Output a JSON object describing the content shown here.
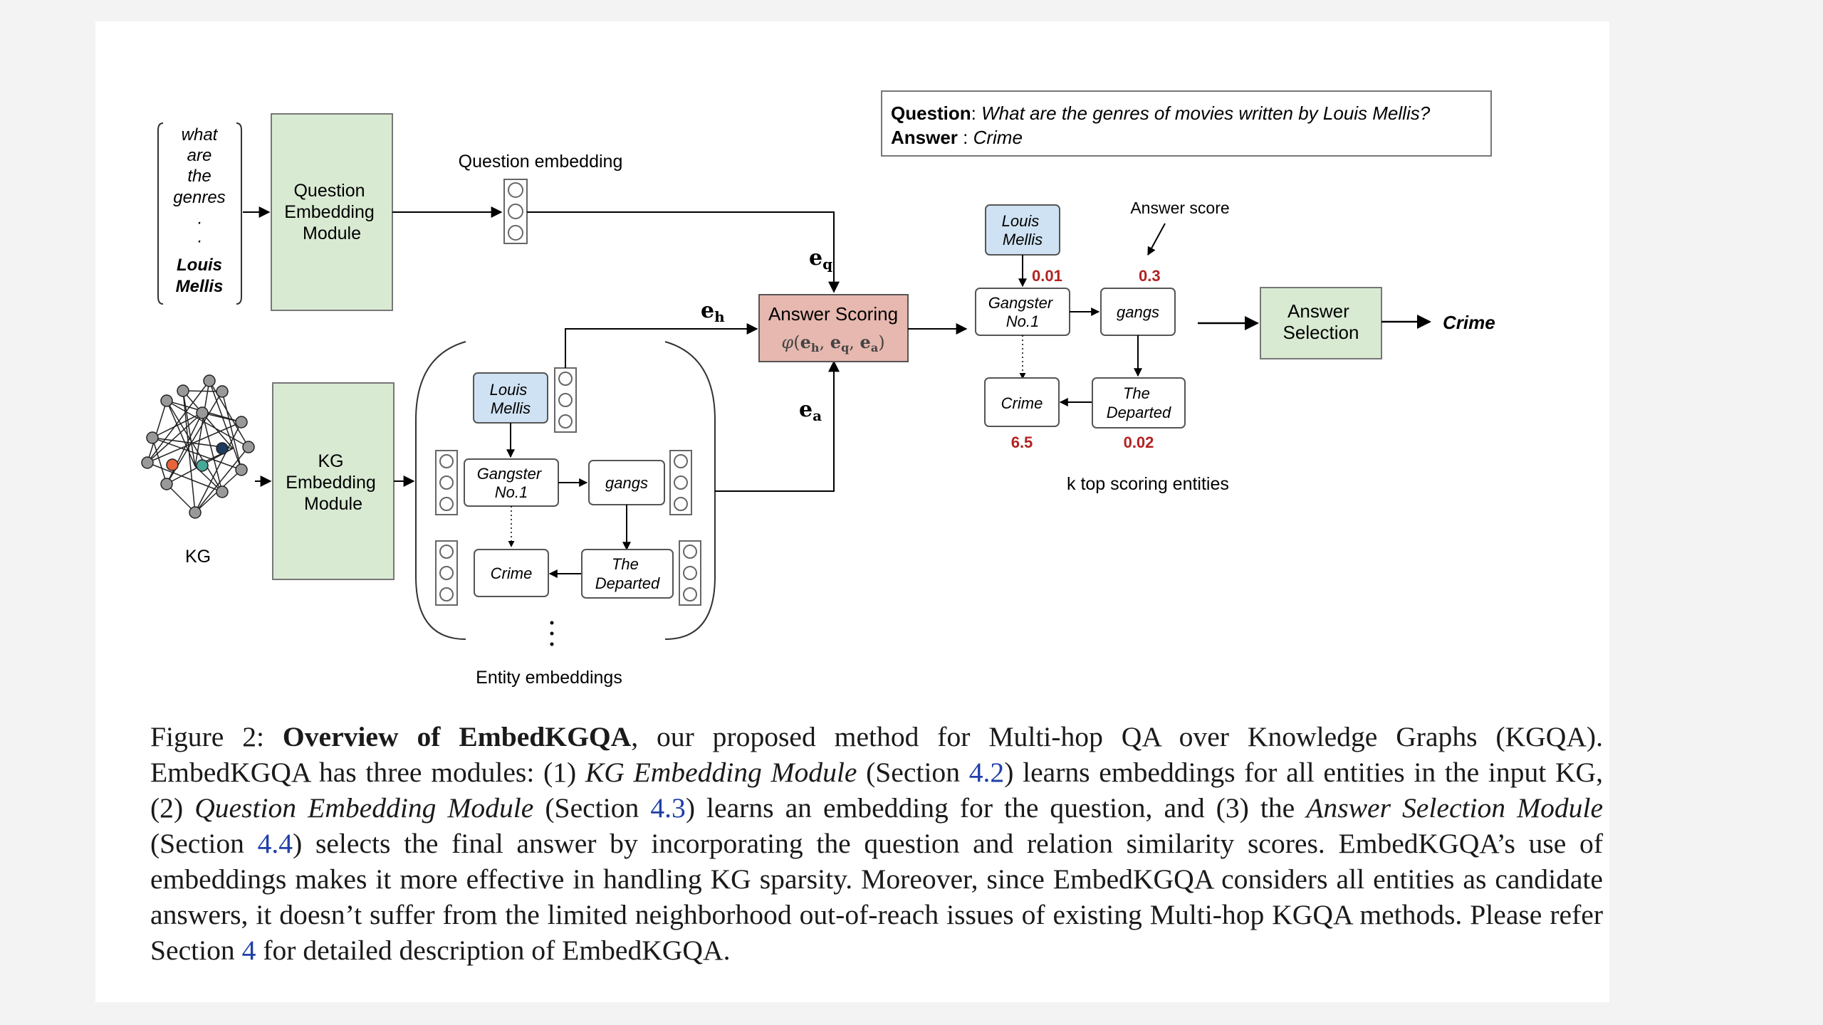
{
  "figure": {
    "question_words": [
      "what",
      "are",
      "the",
      "genres",
      "·",
      "·",
      "Louis",
      "Mellis"
    ],
    "qem_label": [
      "Question",
      "Embedding",
      "Module"
    ],
    "kgem_label": [
      "KG",
      "Embedding",
      "Module"
    ],
    "question_embedding_label": "Question embedding",
    "kg_label": "KG",
    "entity_embeddings_label": "Entity embeddings",
    "eq_label": "eq",
    "eh_label": "eh",
    "ea_label": "ea",
    "answer_scoring_title": "Answer Scoring",
    "answer_scoring_formula": "φ(eh, eq, ea)",
    "qa_box": {
      "question_key": "Question",
      "question_text": "What are the genres of movies written by Louis Mellis?",
      "answer_key": "Answer",
      "answer_text": "Crime"
    },
    "answer_score_label": "Answer score",
    "entities": {
      "louis": [
        "Louis",
        "Mellis"
      ],
      "gangster": [
        "Gangster",
        "No.1"
      ],
      "gangs": "gangs",
      "crime": "Crime",
      "departed": [
        "The",
        "Departed"
      ]
    },
    "scores": {
      "gangster": "0.01",
      "gangs": "0.3",
      "crime": "6.5",
      "departed": "0.02"
    },
    "k_top_label": "k top scoring entities",
    "answer_selection_label": [
      "Answer",
      "Selection"
    ],
    "final_answer": "Crime",
    "colors": {
      "module_green": "#d9ead3",
      "entity_blue": "#cfe2f3",
      "scoring_red": "#e6b8af",
      "score_red": "#b22222",
      "kg_orange": "#e8643a",
      "kg_teal": "#48a897",
      "kg_navy": "#1e3a5f"
    }
  },
  "caption": {
    "s01": "Figure 2: ",
    "s02": "Overview of EmbedKGQA",
    "s03": ", our proposed method for Multi-hop QA over Knowledge Graphs (KGQA). EmbedKGQA has three modules: (1) ",
    "s04": "KG Embedding Module",
    "s05": " (Section ",
    "s06": "4.2",
    "s07": ") learns embeddings for all entities in the input KG, (2) ",
    "s08": "Question Embedding Module",
    "s09": " (Section ",
    "s10": "4.3",
    "s11": ") learns an embedding for the question, and (3) the ",
    "s12": "An­swer Selection Module",
    "s13": " (Section ",
    "s14": "4.4",
    "s15": ") selects the final answer by incorporating the question and relation similarity scores. EmbedKGQA’s use of embeddings makes it more effective in handling KG sparsity. Moreover, since Em­bedKGQA considers all entities as candidate answers, it doesn’t suffer from the limited neighborhood out-of-reach issues of existing Multi-hop KGQA methods. Please refer Section ",
    "s16": "4",
    "s17": " for detailed description of EmbedKGQA."
  }
}
